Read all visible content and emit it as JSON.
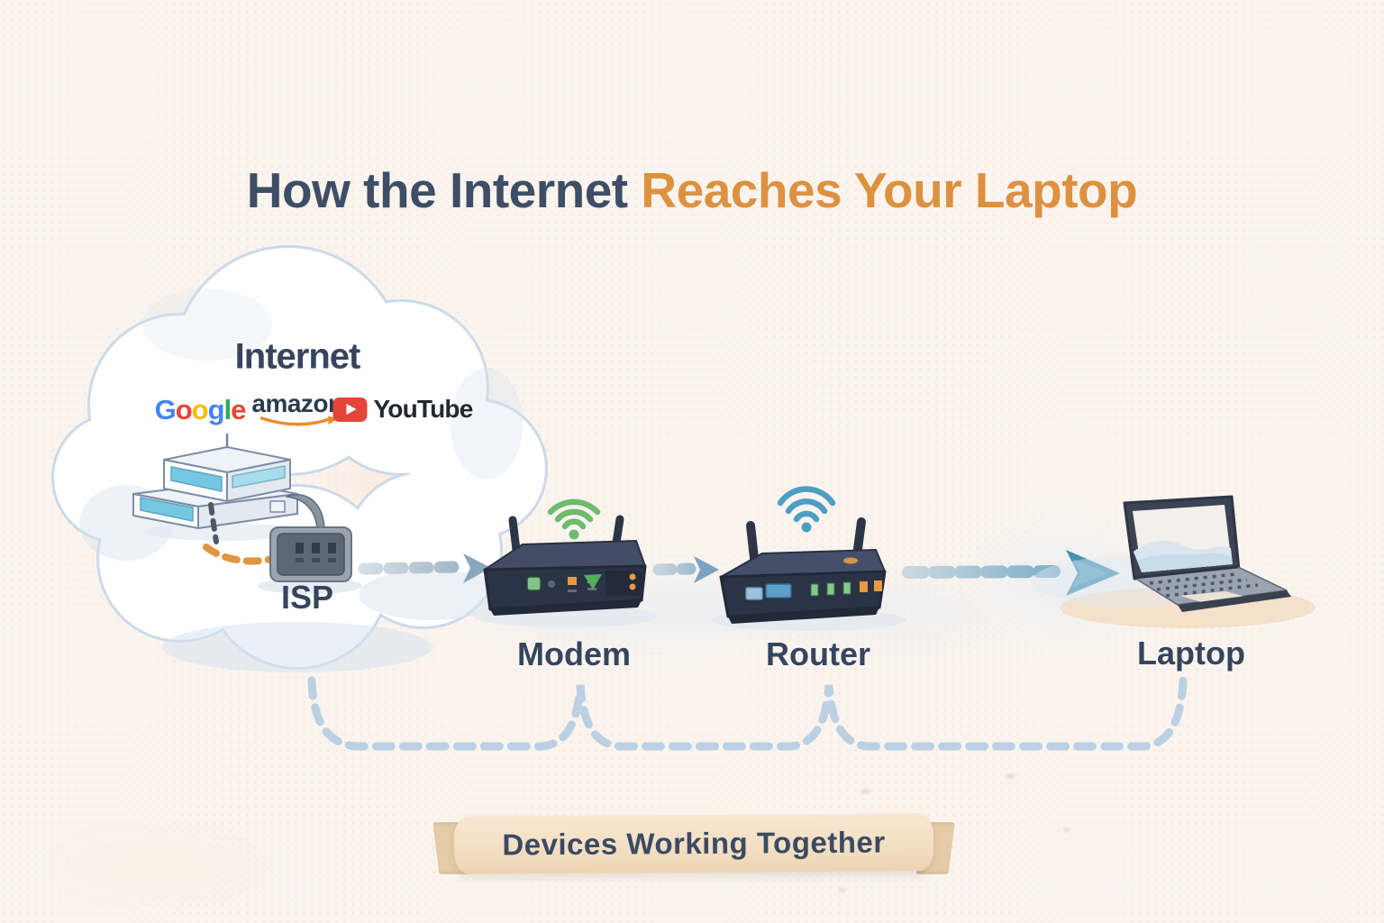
{
  "title": {
    "primary": "How the Internet ",
    "accent": "Reaches Your Laptop"
  },
  "cloud": {
    "label": "Internet",
    "logos": {
      "google": {
        "name": "Google",
        "letters": [
          {
            "ch": "G",
            "color": "#4285F4"
          },
          {
            "ch": "o",
            "color": "#EA4335"
          },
          {
            "ch": "o",
            "color": "#FBBC05"
          },
          {
            "ch": "g",
            "color": "#4285F4"
          },
          {
            "ch": "l",
            "color": "#34A853"
          },
          {
            "ch": "e",
            "color": "#EA4335"
          }
        ]
      },
      "amazon": {
        "text": "amazon",
        "text_color": "#2C3A4C",
        "smile_color": "#ED8C2B"
      },
      "youtube": {
        "text": "YouTube",
        "text_color": "#24292F",
        "badge_color": "#E3453B"
      }
    }
  },
  "nodes": {
    "isp": {
      "label": "ISP"
    },
    "modem": {
      "label": "Modem"
    },
    "router": {
      "label": "Router"
    },
    "laptop": {
      "label": "Laptop"
    }
  },
  "banner": {
    "label": "Devices Working Together"
  },
  "colors": {
    "background": "#FBF4EE",
    "title_primary": "#3D4E66",
    "title_accent": "#DD9140",
    "node_label": "#35455E",
    "cloud_outline": "#C6D8E9",
    "wifi_green": "#6FBA6E",
    "wifi_blue": "#4E9EC2",
    "dash_blue": "#AFC6D8",
    "dash_orange": "#E2953F",
    "arrow_accent": "#3F90B3",
    "bracket": "#B7CEE1",
    "banner_band": "#F2DDC0",
    "device_body": "#2B3347"
  }
}
